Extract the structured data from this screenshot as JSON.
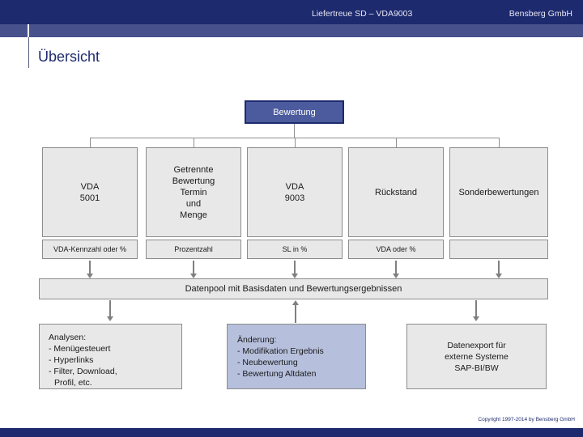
{
  "header": {
    "title": "Liefertreue SD – VDA9003",
    "company": "Bensberg GmbH"
  },
  "page": {
    "title": "Übersicht"
  },
  "diagram": {
    "root_label": "Bewertung",
    "columns": [
      {
        "lines": [
          "VDA",
          "5001"
        ],
        "metric": "VDA-Kennzahl oder %"
      },
      {
        "lines": [
          "Getrennte",
          "Bewertung",
          "Termin",
          "und",
          "Menge"
        ],
        "metric": "Prozentzahl"
      },
      {
        "lines": [
          "VDA",
          "9003"
        ],
        "metric": "SL in %"
      },
      {
        "lines": [
          "Rückstand"
        ],
        "metric": "VDA oder %"
      },
      {
        "lines": [
          "Sonderbewertungen"
        ],
        "metric": ""
      }
    ],
    "datapool_label": "Datenpool mit Basisdaten und Bewertungsergebnissen",
    "bottom_boxes": [
      {
        "lines": [
          "Analysen:",
          "- Menügesteuert",
          "- Hyperlinks",
          "- Filter, Download,",
          "Profil, etc."
        ]
      },
      {
        "lines": [
          "Änderung:",
          "- Modifikation Ergebnis",
          "- Neubewertung",
          "- Bewertung Altdaten"
        ]
      },
      {
        "lines": [
          "Datenexport für",
          "externe Systeme",
          "SAP-BI/BW"
        ]
      }
    ]
  },
  "footer": {
    "copyright": "Copyright 1997-2014 by Bensberg GmbH"
  },
  "colors": {
    "navy": "#1e2a6e",
    "mid_blue": "#47518c",
    "root_fill": "#4c5b9d",
    "box_fill": "#e8e8e8",
    "highlight_fill": "#b6c0dd",
    "border_gray": "#8c8c8c",
    "arrow_gray": "#808080"
  }
}
